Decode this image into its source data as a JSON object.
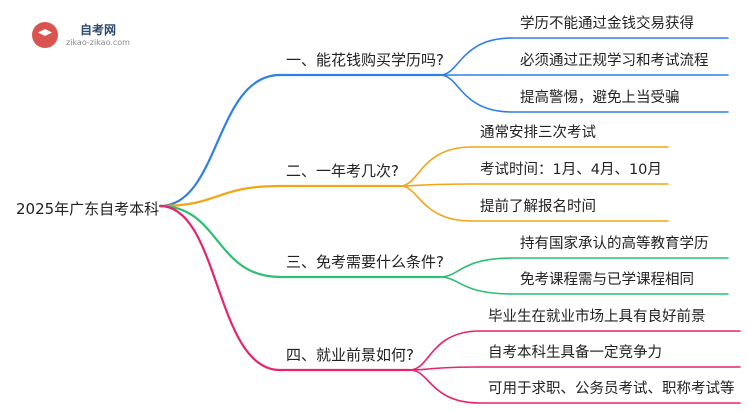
{
  "logo": {
    "title": "自考网",
    "url": "zikao-zikao.com"
  },
  "root": "2025年广东自考本科",
  "branches": [
    {
      "label": "一、能花钱购买学历吗?",
      "color": "#2f80e6",
      "leaves": [
        "学历不能通过金钱交易获得",
        "必须通过正规学习和考试流程",
        "提高警惕，避免上当受骗"
      ]
    },
    {
      "label": "二、一年考几次?",
      "color": "#f2a516",
      "leaves": [
        "通常安排三次考试",
        "考试时间：1月、4月、10月",
        "提前了解报名时间"
      ]
    },
    {
      "label": "三、免考需要什么条件?",
      "color": "#2fbf71",
      "leaves": [
        "持有国家承认的高等教育学历",
        "免考课程需与已学课程相同"
      ]
    },
    {
      "label": "四、就业前景如何?",
      "color": "#e6246e",
      "leaves": [
        "毕业生在就业市场上具有良好前景",
        "自考本科生具备一定竞争力",
        "可用于求职、公务员考试、职称考试等"
      ]
    }
  ]
}
